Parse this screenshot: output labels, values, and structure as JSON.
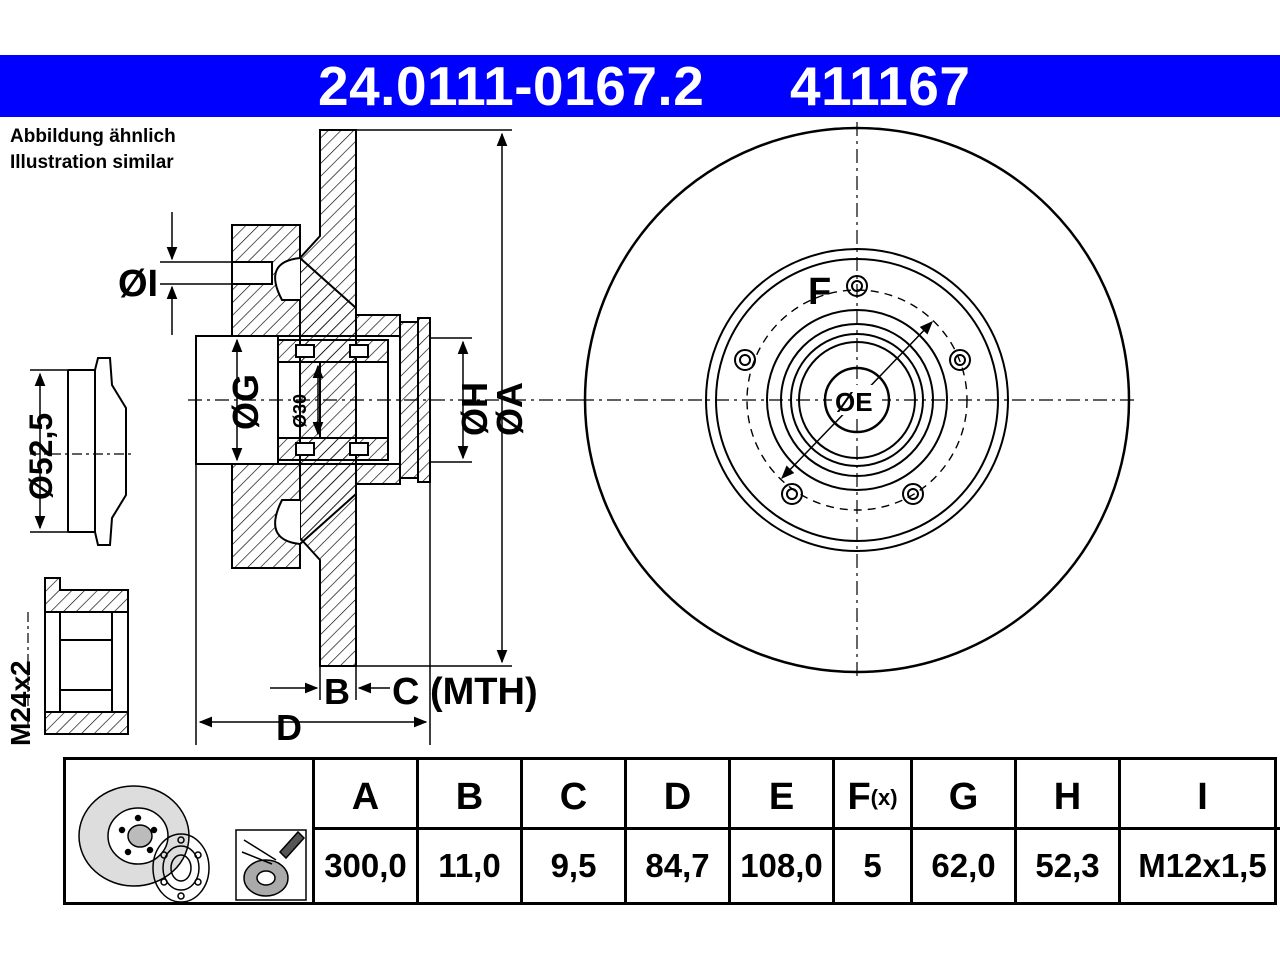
{
  "header": {
    "part_number": "24.0111-0167.2",
    "ref_number": "411167",
    "background": "#0000ff"
  },
  "note": {
    "line_de": "Abbildung ähnlich",
    "line_en": "Illustration similar"
  },
  "drawing": {
    "dim_labels": {
      "I": "ØI",
      "G": "ØG",
      "bore": "Ø30",
      "H": "ØH",
      "A": "ØA",
      "B": "B",
      "C": "C (MTH)",
      "D": "D",
      "E": "ØE",
      "F": "F",
      "cap": "Ø52,5",
      "nut": "M24x2"
    }
  },
  "table": {
    "icons": [
      "brake-disc-icon",
      "wheel-bearing-icon",
      "grease-spray-icon"
    ],
    "columns": [
      {
        "header": "A",
        "value": "300,0"
      },
      {
        "header": "B",
        "value": "11,0"
      },
      {
        "header": "C",
        "value": "9,5"
      },
      {
        "header": "D",
        "value": "84,7"
      },
      {
        "header": "E",
        "value": "108,0"
      },
      {
        "header": "F",
        "header_sub": "(x)",
        "value": "5"
      },
      {
        "header": "G",
        "value": "62,0"
      },
      {
        "header": "H",
        "value": "52,3"
      },
      {
        "header": "I",
        "value": "M12x1,5"
      }
    ]
  }
}
